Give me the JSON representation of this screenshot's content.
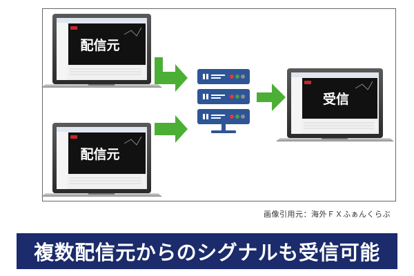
{
  "diagram": {
    "sender_top_label": "配信元",
    "sender_bottom_label": "配信元",
    "receiver_label": "受信"
  },
  "credit": "画像引用元：海外ＦＸふぁんくらぶ",
  "banner": {
    "text": "複数配信元からのシグナルも受信可能",
    "background": "#1b2b6b"
  },
  "colors": {
    "arrow": "#4caf35",
    "server": "#2e5596",
    "laptop_screen": "#111111"
  },
  "icons": [
    "laptop-icon",
    "arrow-icon",
    "server-rack-icon"
  ]
}
